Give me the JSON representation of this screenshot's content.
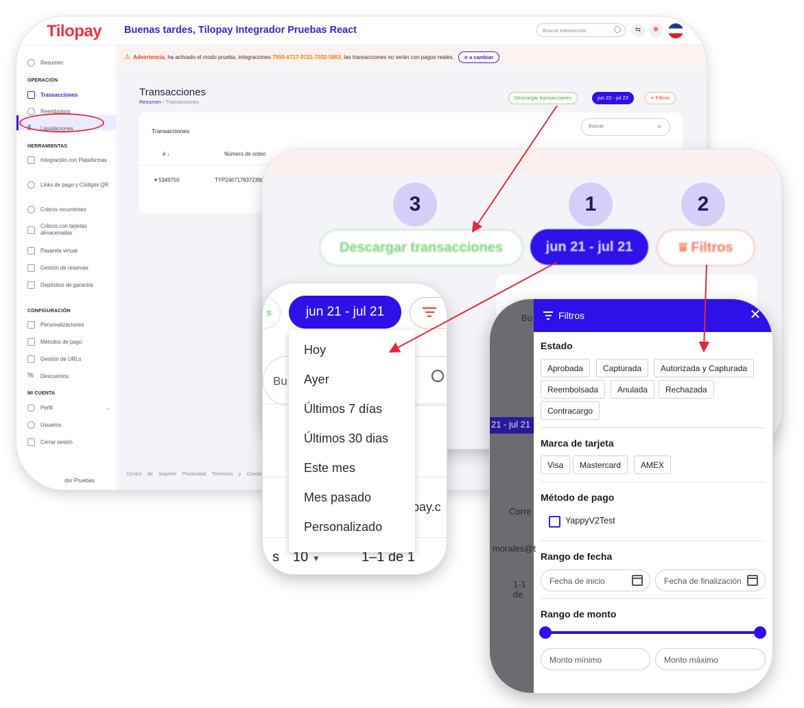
{
  "app": {
    "logo": "Tilopay",
    "greeting": "Buenas tardes, Tilopay Integrador Pruebas React",
    "search_placeholder": "Buscar transacción"
  },
  "sidebar": {
    "summary": "Resumen",
    "sections": [
      {
        "title": "OPERACIÓN",
        "items": [
          "Transacciones",
          "Reembolsos",
          "Liquidaciones"
        ]
      },
      {
        "title": "HERRAMIENTAS",
        "items": [
          "Integración con Plataformas",
          "Links de pago y Códigos QR",
          "Cobros recurrentes",
          "Cobros con tarjetas almacenadas",
          "Pasarela virtual",
          "Gestión de reservas",
          "Depósitos de garantía"
        ]
      },
      {
        "title": "CONFIGURACIÓN",
        "items": [
          "Personalizaciones",
          "Métodos de pago",
          "Gestión de URLs",
          "Descuentos"
        ]
      },
      {
        "title": "MI CUENTA",
        "items": [
          "Perfil",
          "Usuarios",
          "Cerrar sesión"
        ]
      }
    ],
    "footer_user": "dor Pruebas"
  },
  "warning": {
    "label": "Advertencia",
    "text1": ", ha activado el modo prueba, integraciones ",
    "key": "7959-6717-9721-7032-5863",
    "text2": ", las transacciones no serán con pagos reales.",
    "button": "Ir a cambiar"
  },
  "page": {
    "title": "Transacciones",
    "crumb_root": "Resumen",
    "crumb_sep": "/",
    "crumb_current": "Transacciones",
    "btn_download": "Descargar transacciones",
    "btn_date": "jun 22 - jul 22",
    "btn_filters": "Filtros",
    "card_title": "Transacciones",
    "card_search": "Buscar",
    "col_id": "# ↓",
    "col_order": "Número de orden",
    "row_id": "5349750",
    "row_order": "TYP246717837239(",
    "footer_links": "Centro de Soporte   Privacidad   Términos y Condicio"
  },
  "zoom": {
    "num_download": "3",
    "num_date": "1",
    "num_filters": "2",
    "btn_download": "Descargar transacciones",
    "btn_date": "jun 21 - jul 21",
    "btn_filters": "Filtros"
  },
  "dropdown": {
    "green_partial": "s",
    "btn_date": "jun 21 - jul 21",
    "search_partial": "Bu",
    "pay_partial": "pay.c",
    "rows_partial": "s",
    "rows_value": "10",
    "page_range": "1–1 de 1",
    "options": [
      "Hoy",
      "Ayer",
      "Últimos 7 días",
      "Últimos 30 dias",
      "Este mes",
      "Mes pasado",
      "Personalizado"
    ]
  },
  "filters": {
    "title": "Filtros",
    "bg_search": "Bu",
    "bg_date": "21 - jul 21",
    "bg_t1": "Corre",
    "bg_t2": "morales@t",
    "bg_t3": "1-1 de",
    "estado_label": "Estado",
    "estado": [
      "Aprobada",
      "Capturada",
      "Autorizada y Capturada",
      "Reembolsada",
      "Anulada",
      "Rechazada",
      "Contracargo"
    ],
    "marca_label": "Marca de tarjeta",
    "marcas": [
      "Visa",
      "Mastercard",
      "AMEX"
    ],
    "metodo_label": "Método de pago",
    "metodo_option": "YappyV2Test",
    "fecha_label": "Rango de fecha",
    "fecha_inicio": "Fecha de inicio",
    "fecha_fin": "Fecha de finalización",
    "monto_label": "Rango de monto",
    "monto_min": "Monto mínimo",
    "monto_max": "Monto máximo"
  },
  "colors": {
    "primary": "#2e10e8",
    "danger": "#e0431c",
    "success": "#3aa83a",
    "annotation": "#e02a3a"
  }
}
